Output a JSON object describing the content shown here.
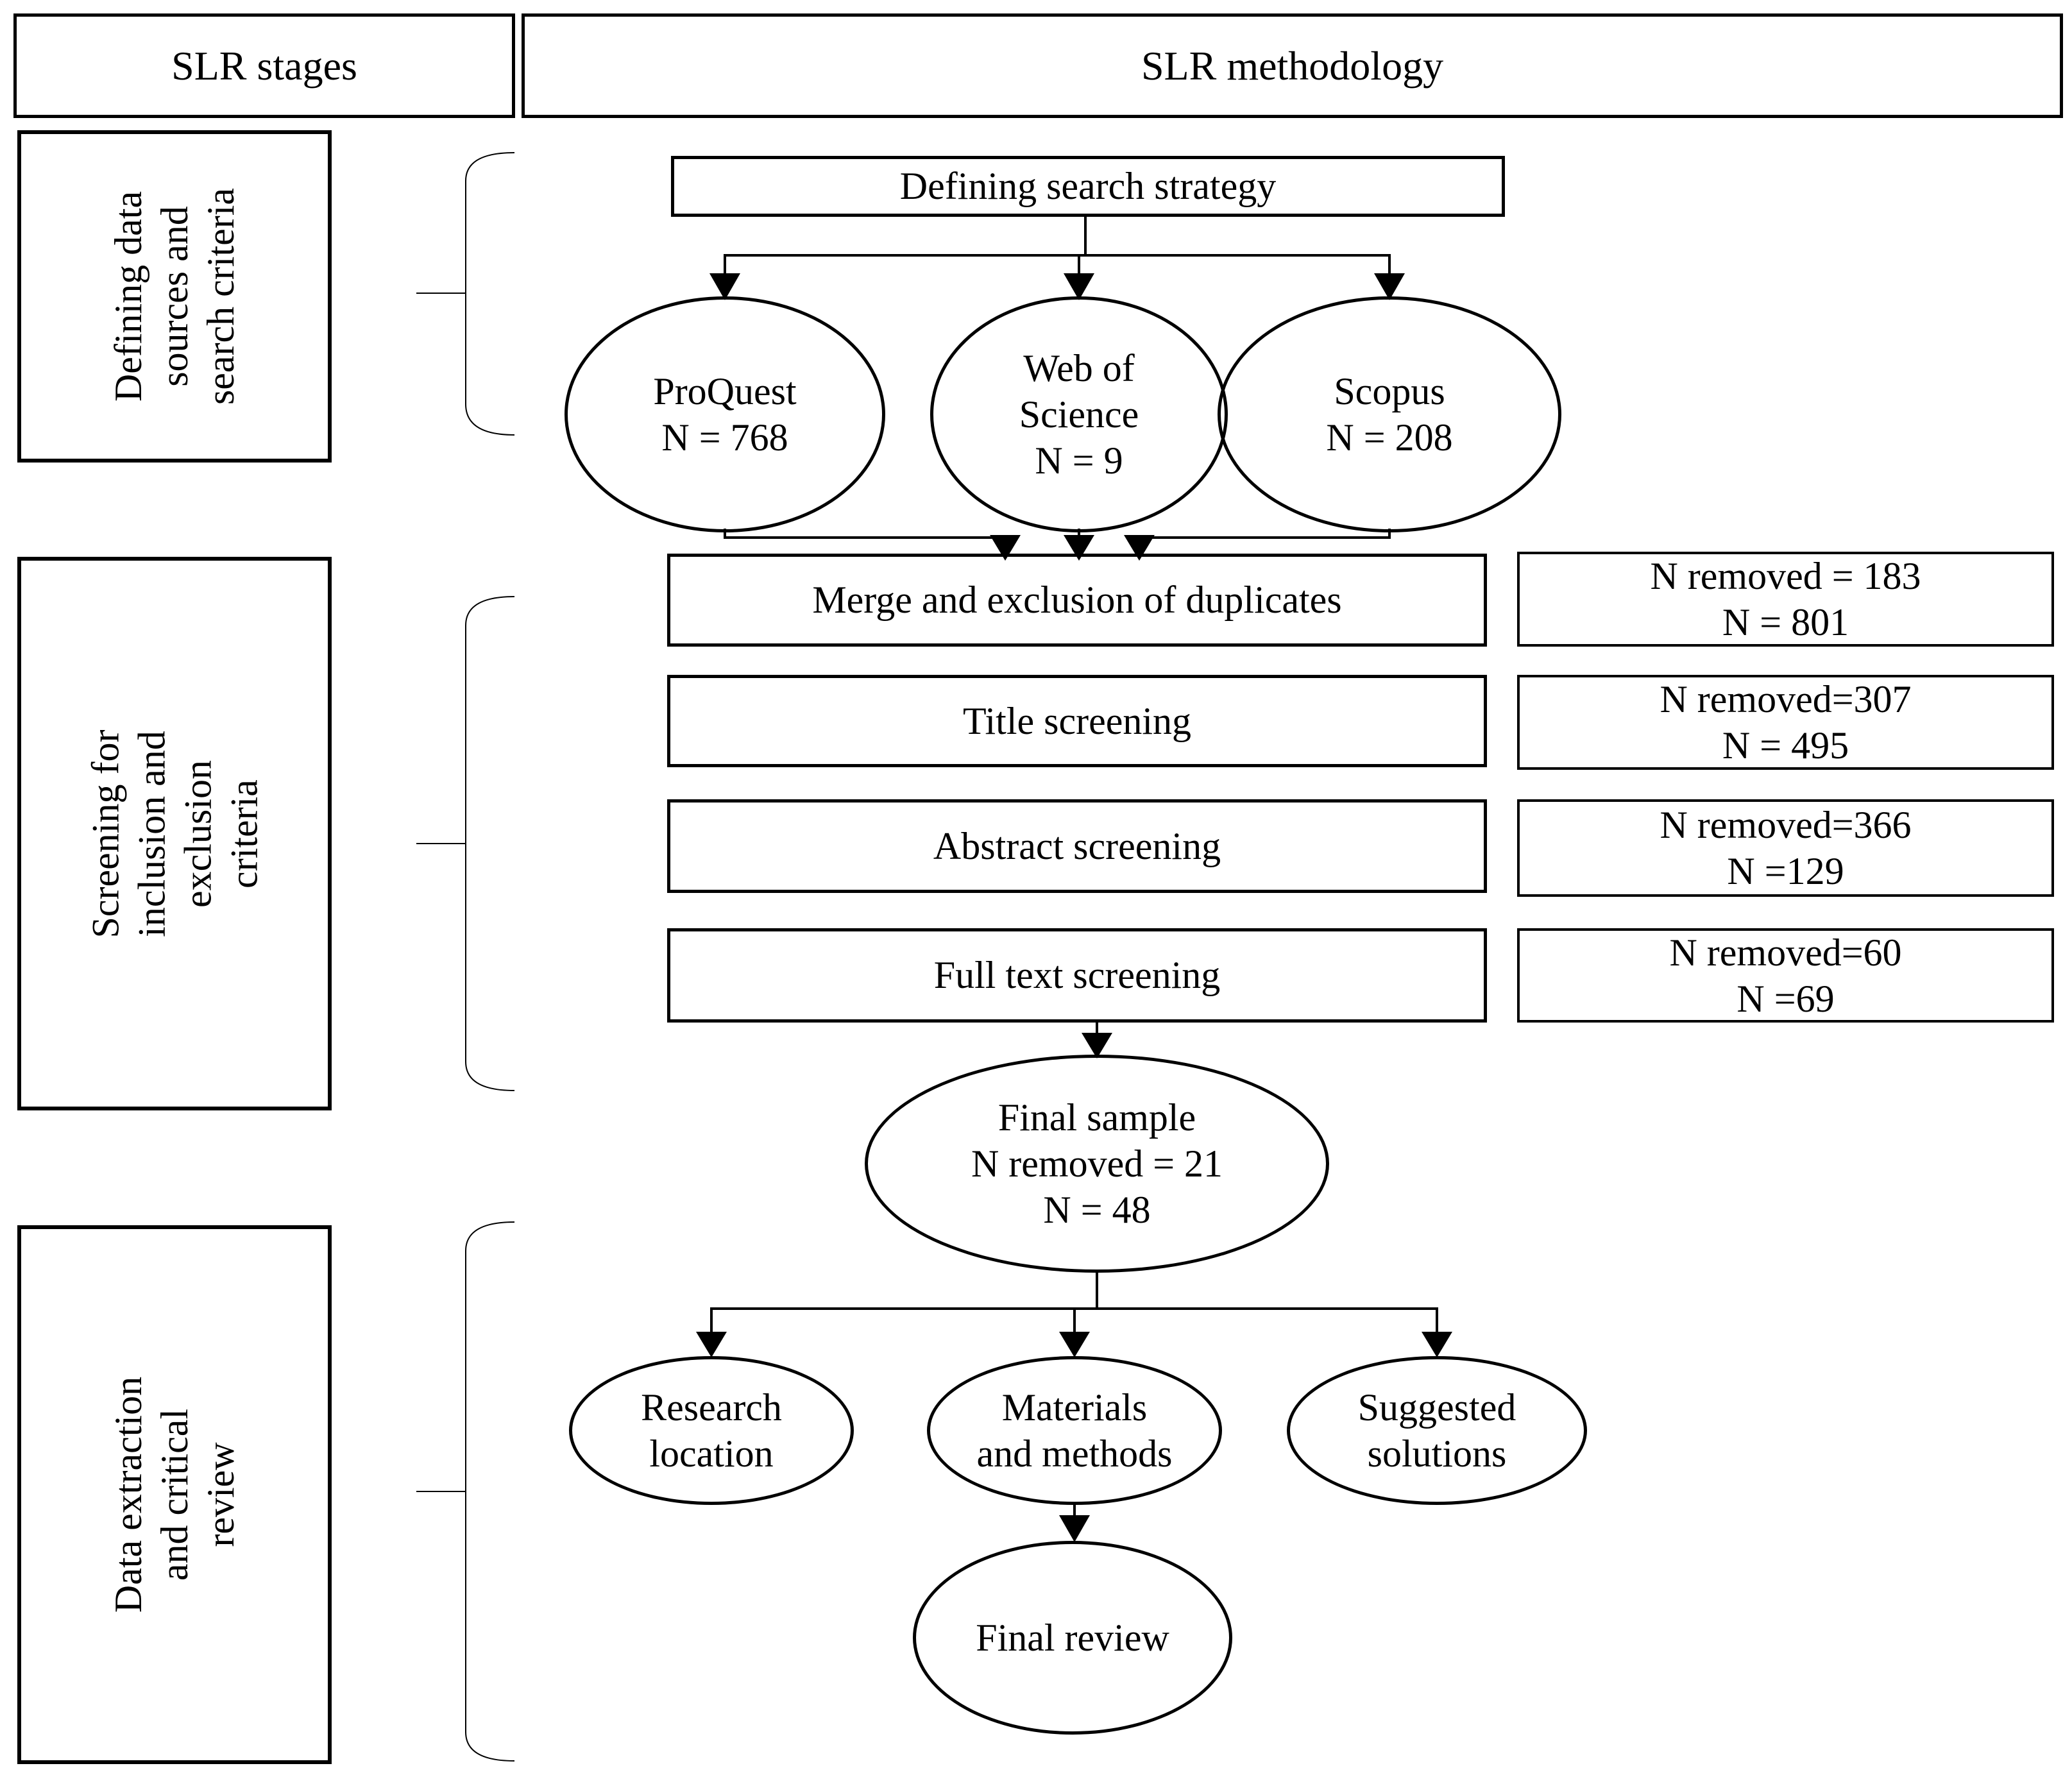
{
  "header": {
    "stages": "SLR stages",
    "methodology": "SLR methodology"
  },
  "stages": [
    {
      "label": "Defining data\nsources and\nsearch criteria"
    },
    {
      "label": "Screening for\ninclusion and\nexclusion\ncriteria"
    },
    {
      "label": "Data extraction\nand critical\nreview"
    }
  ],
  "flow": {
    "search_strategy": "Defining search strategy",
    "sources": [
      {
        "name": "ProQuest",
        "count": "N = 768"
      },
      {
        "name": "Web of\nScience",
        "count": "N = 9"
      },
      {
        "name": "Scopus",
        "count": "N = 208"
      }
    ],
    "screening_steps": [
      {
        "label": "Merge and exclusion of duplicates",
        "removed": "N removed = 183",
        "remaining": "N = 801"
      },
      {
        "label": "Title screening",
        "removed": "N removed=307",
        "remaining": "N = 495"
      },
      {
        "label": "Abstract screening",
        "removed": "N removed=366",
        "remaining": "N =129"
      },
      {
        "label": "Full text screening",
        "removed": "N removed=60",
        "remaining": "N =69"
      }
    ],
    "final_sample": "Final sample\nN removed = 21\nN = 48",
    "extraction_topics": [
      {
        "label": "Research\nlocation"
      },
      {
        "label": "Materials\nand methods"
      },
      {
        "label": "Suggested\nsolutions"
      }
    ],
    "final_review": "Final review"
  }
}
